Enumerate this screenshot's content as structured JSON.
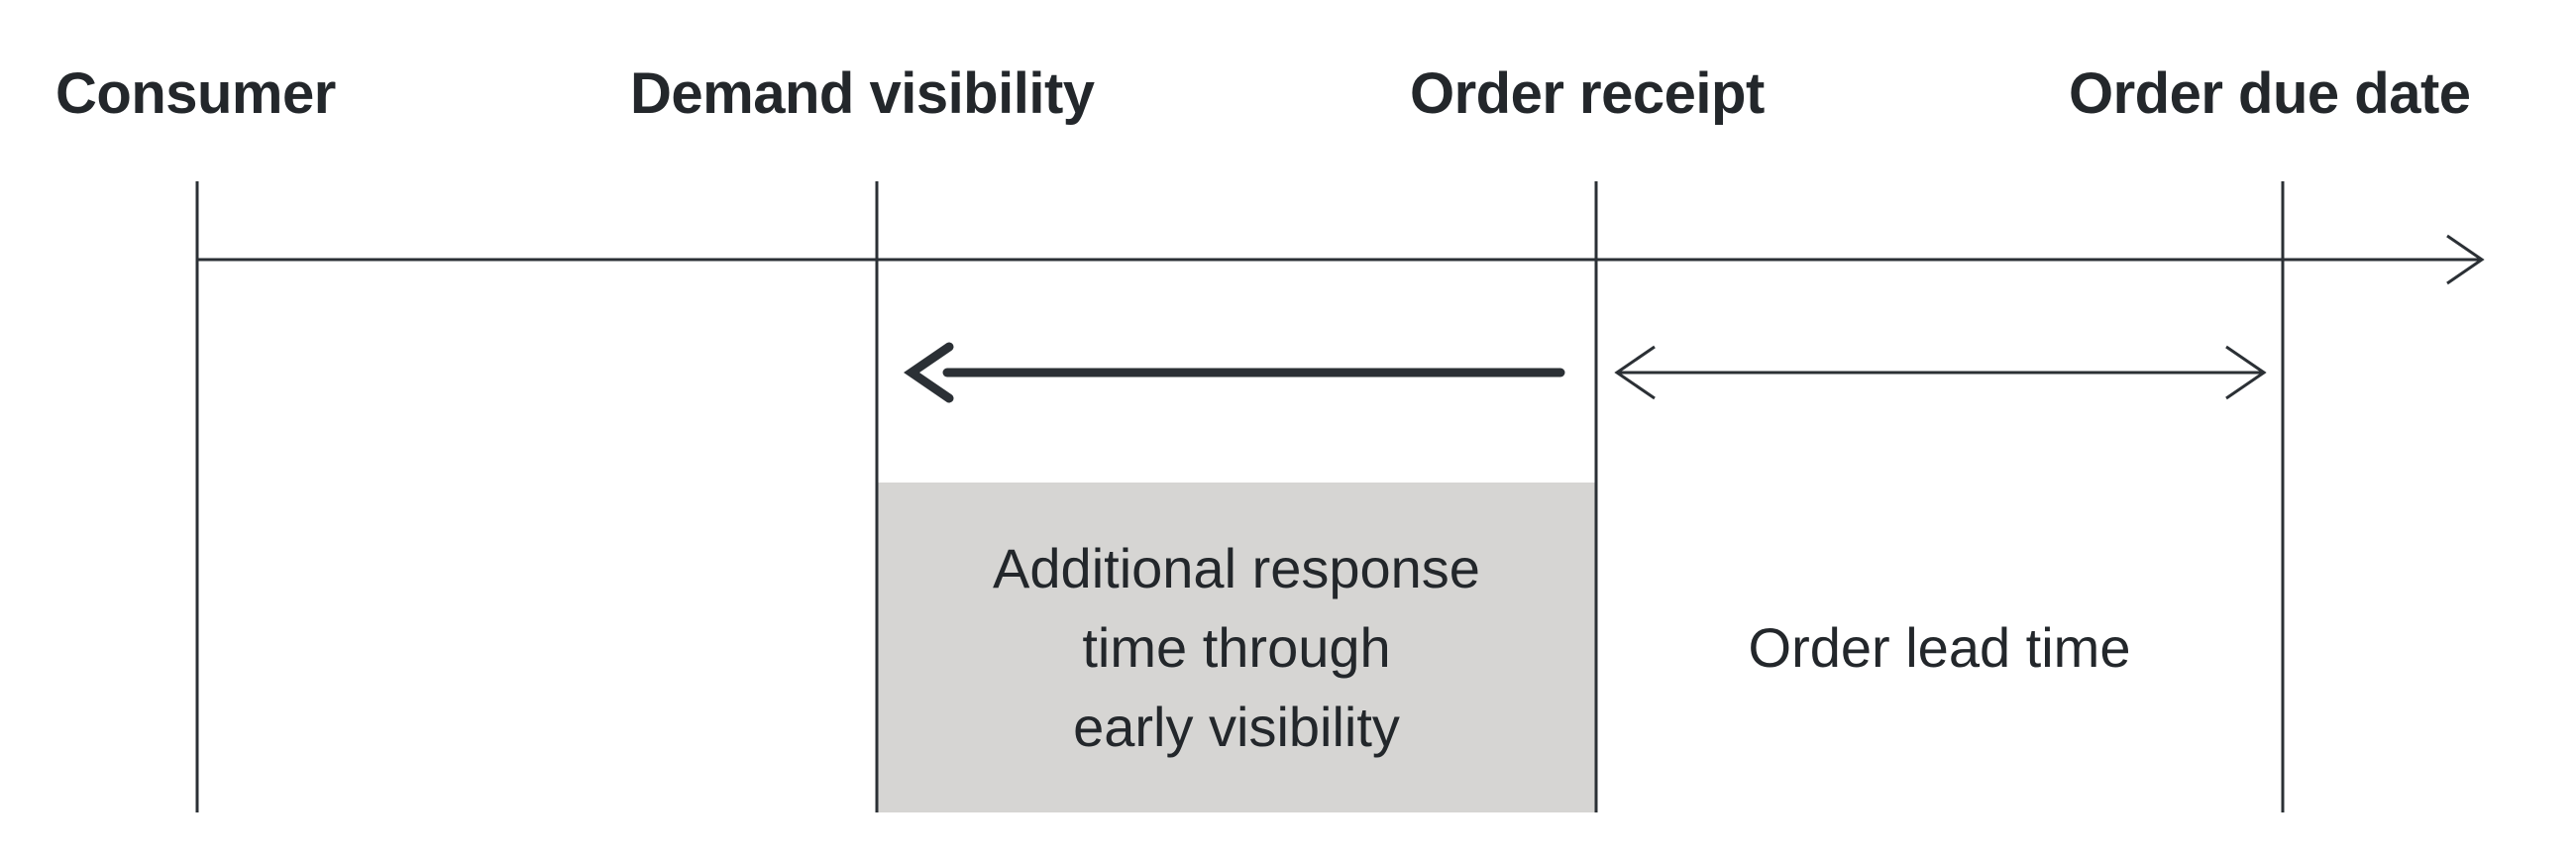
{
  "diagram": {
    "milestones": [
      {
        "id": "consumer",
        "label": "Consumer"
      },
      {
        "id": "demand-visibility",
        "label": "Demand visibility"
      },
      {
        "id": "order-receipt",
        "label": "Order receipt"
      },
      {
        "id": "order-due-date",
        "label": "Order due date"
      }
    ],
    "additional_response": {
      "lines": [
        "Additional response",
        "time through",
        "early visibility"
      ]
    },
    "order_lead_time": {
      "label": "Order lead time"
    }
  },
  "colors": {
    "line": "#2b3035",
    "shaded_box": "#d6d5d3",
    "text": "#23272b"
  }
}
